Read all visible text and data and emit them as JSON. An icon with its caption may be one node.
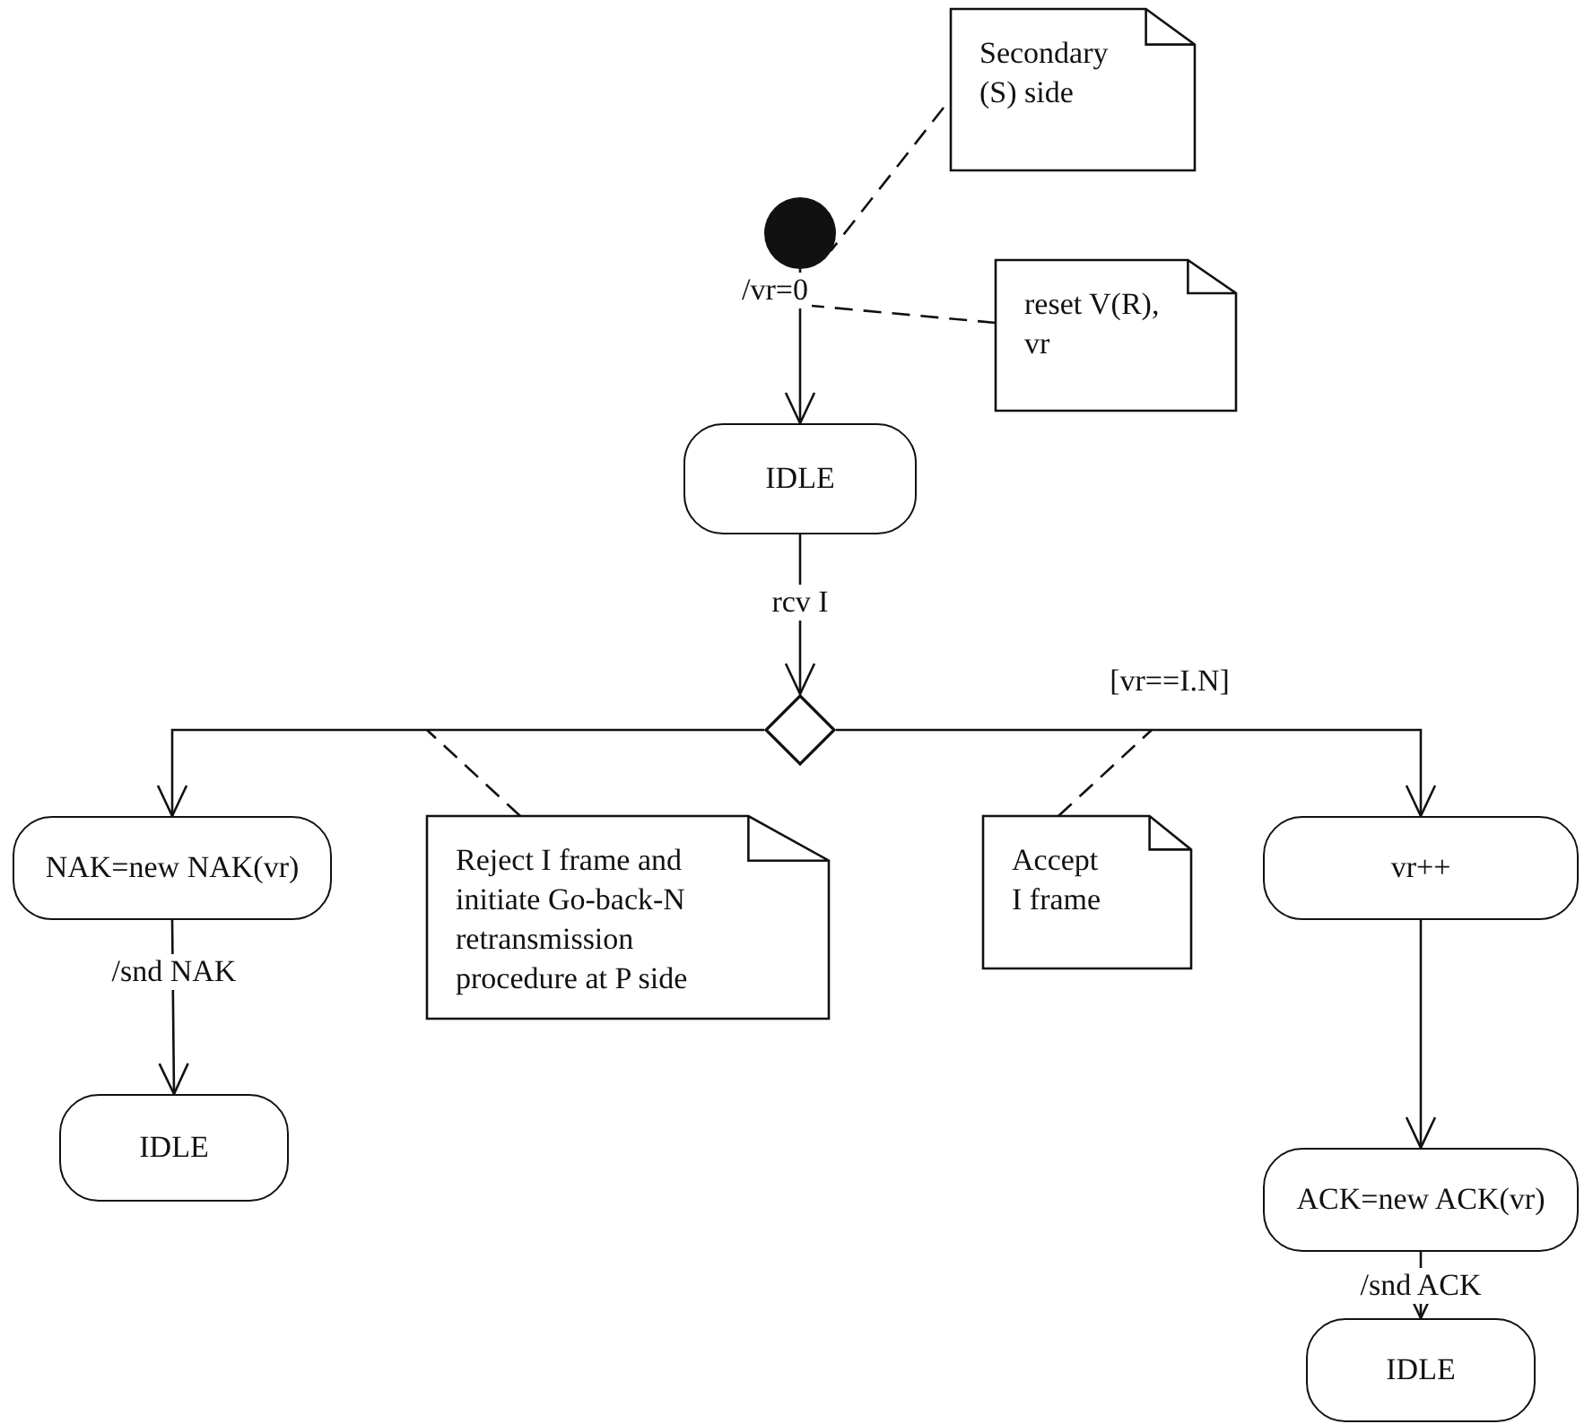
{
  "diagram": {
    "nodes": [
      {
        "text": [
          "Secondary (S) side"
        ]
      },
      {
        "text": [],
        "shape": "circle"
      },
      {
        "text": [
          "reset V(R), vr"
        ]
      },
      {
        "text": [
          "IDLE"
        ]
      },
      {
        "text": [],
        "shape": "diamond"
      },
      {
        "text": [
          "NAK=new NAK(vr)"
        ]
      },
      {
        "text": [
          "Reject I frame and initiate Go-back-N retransmission procedure at P side"
        ]
      },
      {
        "text": [
          "Accept I frame"
        ]
      },
      {
        "text": [
          "vr++"
        ]
      },
      {
        "text": [
          "IDLE"
        ]
      },
      {
        "text": [
          "ACK=new ACK(vr)"
        ]
      },
      {
        "text": [
          "IDLE"
        ]
      }
    ],
    "edges": [
      {
        "from": 1,
        "to": 3,
        "arrow": "to",
        "label": "/vr=0"
      },
      {
        "from": 3,
        "to": 4,
        "arrow": "to",
        "label": "rcv I"
      },
      {
        "from": 4,
        "to": 5,
        "arrow": "to"
      },
      {
        "from": 4,
        "to": 8,
        "arrow": "to",
        "label": "[vr==I.N]"
      },
      {
        "from": 5,
        "to": 9,
        "arrow": "to",
        "label": "/snd NAK"
      },
      {
        "from": 8,
        "to": 10,
        "arrow": "to"
      },
      {
        "from": 10,
        "to": 11,
        "arrow": "to",
        "label": "/snd ACK"
      },
      {
        "from": 0,
        "to": 1,
        "arrow": "none",
        "style": "dashed"
      },
      {
        "from": 2,
        "to": null,
        "arrow": "none",
        "style": "dashed"
      },
      {
        "from": 6,
        "to": null,
        "arrow": "none",
        "style": "dashed"
      },
      {
        "from": 7,
        "to": null,
        "arrow": "none",
        "style": "dashed"
      }
    ]
  }
}
